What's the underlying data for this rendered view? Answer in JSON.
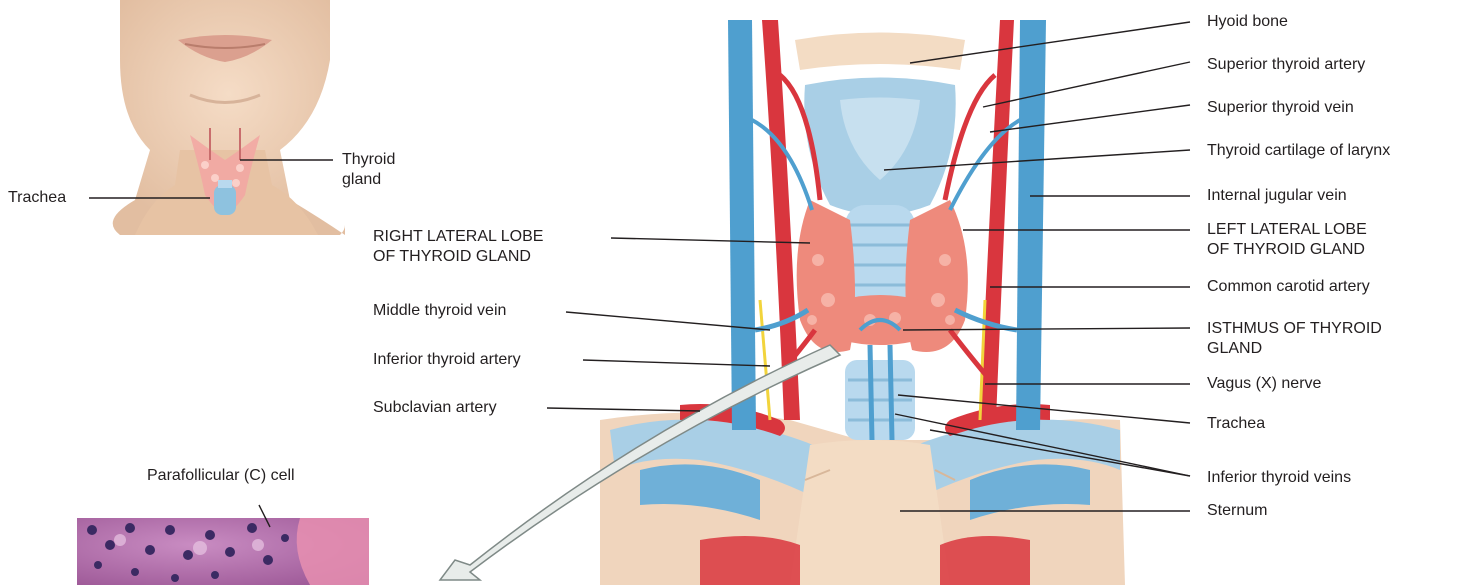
{
  "inset": {
    "labels": {
      "thyroid_gland": [
        "Thyroid",
        "gland"
      ],
      "trachea": "Trachea"
    }
  },
  "micrograph": {
    "label": "Parafollicular (C) cell"
  },
  "main": {
    "left_labels": {
      "right_lateral_lobe": [
        "RIGHT LATERAL LOBE",
        "OF THYROID GLAND"
      ],
      "middle_thyroid_vein": "Middle thyroid vein",
      "inferior_thyroid_artery": "Inferior thyroid artery",
      "subclavian_artery": "Subclavian artery"
    },
    "right_labels": {
      "hyoid_bone": "Hyoid bone",
      "superior_thyroid_artery": "Superior thyroid artery",
      "superior_thyroid_vein": "Superior thyroid vein",
      "thyroid_cartilage": "Thyroid cartilage of larynx",
      "internal_jugular_vein": "Internal jugular vein",
      "left_lateral_lobe": [
        "LEFT LATERAL LOBE",
        "OF THYROID GLAND"
      ],
      "common_carotid_artery": "Common carotid artery",
      "isthmus": [
        "ISTHMUS OF THYROID",
        "GLAND"
      ],
      "vagus_nerve": "Vagus (X) nerve",
      "trachea": "Trachea",
      "inferior_thyroid_veins": "Inferior thyroid veins",
      "sternum": "Sternum"
    }
  },
  "colors": {
    "artery": "#d9363e",
    "vein": "#4f9fcf",
    "thyroid": "#ee8a7c",
    "cartilage": "#a9cfe6",
    "bone": "#f3dcc4",
    "skin": "#eed0b6",
    "nerve": "#f2d43c",
    "leader": "#231f20",
    "histology": "#b06aa8"
  }
}
